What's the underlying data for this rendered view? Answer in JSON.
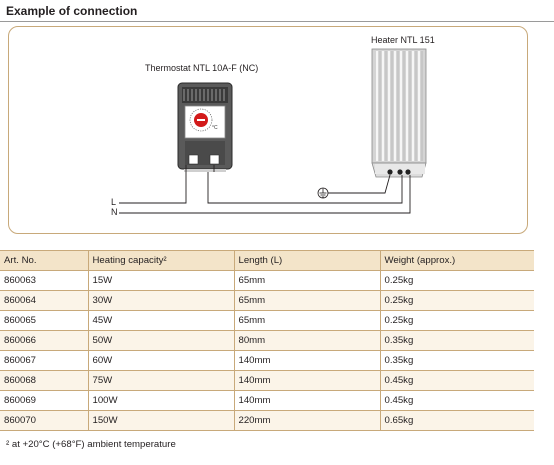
{
  "section": {
    "title": "Example of connection"
  },
  "diagram": {
    "thermostat_label": "Thermostat NTL 10A-F (NC)",
    "heater_label": "Heater NTL 151",
    "line_l": "L",
    "line_n": "N",
    "ground_symbol": "ground-icon",
    "accent_color": "#c8a97a"
  },
  "table": {
    "headers": [
      "Art. No.",
      "Heating capacity²",
      "Length (L)",
      "Weight (approx.)"
    ],
    "rows": [
      [
        "860063",
        "15W",
        "65mm",
        "0.25kg"
      ],
      [
        "860064",
        "30W",
        "65mm",
        "0.25kg"
      ],
      [
        "860065",
        "45W",
        "65mm",
        "0.25kg"
      ],
      [
        "860066",
        "50W",
        "80mm",
        "0.35kg"
      ],
      [
        "860067",
        "60W",
        "140mm",
        "0.35kg"
      ],
      [
        "860068",
        "75W",
        "140mm",
        "0.45kg"
      ],
      [
        "860069",
        "100W",
        "140mm",
        "0.45kg"
      ],
      [
        "860070",
        "150W",
        "220mm",
        "0.65kg"
      ]
    ]
  },
  "footnote": "² at +20°C (+68°F) ambient temperature"
}
